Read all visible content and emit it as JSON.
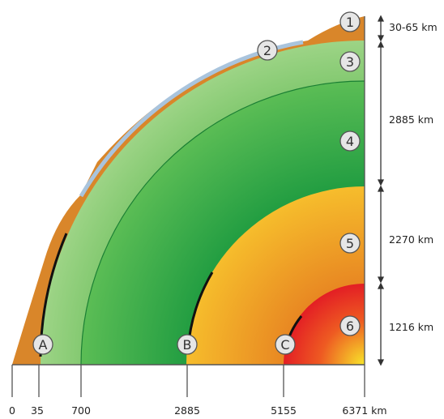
{
  "layers": {
    "crust": {
      "number": "1",
      "thickness": "30-65 km",
      "color": "#d9862a"
    },
    "ocean": {
      "number": "2",
      "color": "#a9c4dd"
    },
    "upper_mantle": {
      "number": "3",
      "color": "#8fcc72"
    },
    "lower_mantle": {
      "number": "4",
      "thickness": "2885 km",
      "color": "#2da242"
    },
    "outer_core": {
      "number": "5",
      "thickness": "2270 km",
      "color": "#f2b128"
    },
    "inner_core": {
      "number": "6",
      "thickness": "1216 km",
      "color": "#e82a2a"
    }
  },
  "boundary_markers": [
    "A",
    "B",
    "C"
  ],
  "axis": {
    "ticks": [
      "0",
      "35",
      "700",
      "2885",
      "5155",
      "6371 km"
    ]
  }
}
